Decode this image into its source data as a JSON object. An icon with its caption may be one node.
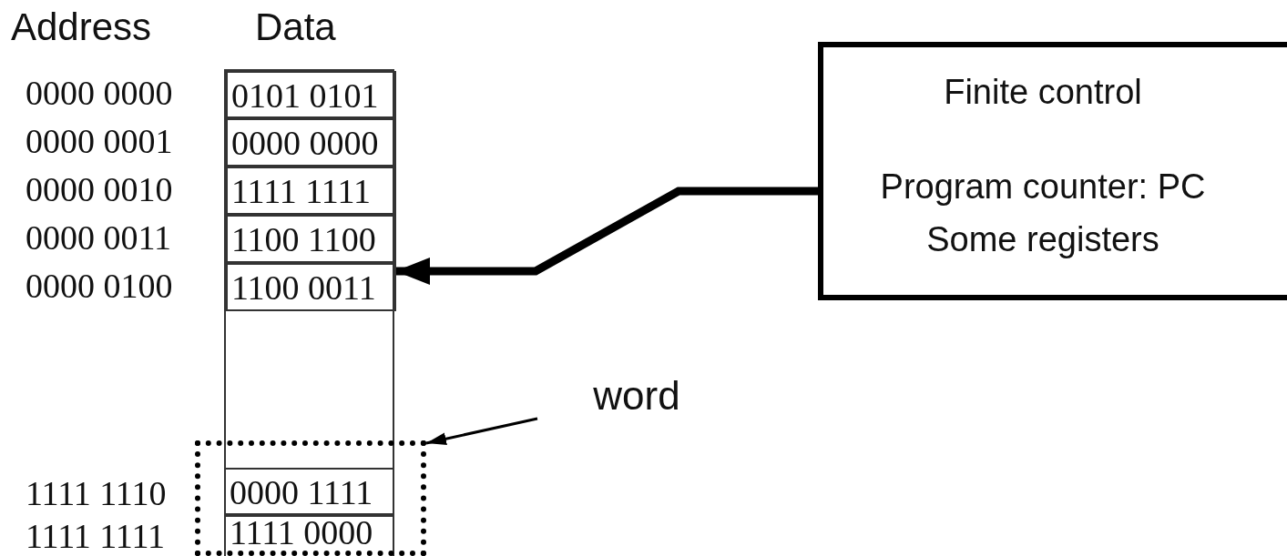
{
  "diagram": {
    "nodes": [
      {
        "text": [],
        "shape": "box"
      },
      {
        "text": [
          "0101 0101"
        ],
        "in": 0
      },
      {
        "text": [
          "0000 0000"
        ],
        "in": 0
      },
      {
        "text": [
          "1111 1111"
        ],
        "in": 0
      },
      {
        "text": [
          "1100 1100"
        ],
        "in": 0
      },
      {
        "text": [
          "1100 0011"
        ],
        "in": 0
      },
      {
        "text": [
          "0000 1111"
        ]
      },
      {
        "text": [
          "1111 0000"
        ]
      },
      {
        "text": [
          "Finite control",
          "Program counter: PC Some registers"
        ]
      },
      {
        "text": [
          "word"
        ]
      },
      {
        "text": [],
        "shape": "box"
      }
    ],
    "edges": [
      {
        "from": 8,
        "to": 5,
        "arrow": "to",
        "style": "thick"
      },
      {
        "from": 9,
        "to": 10,
        "arrow": "to"
      }
    ],
    "labels": [
      "Address",
      "Data",
      "0000 0000",
      "0000 0001",
      "0000 0010",
      "0000 0011",
      "0000 0100",
      "1111 1110",
      "1111 1111"
    ]
  }
}
